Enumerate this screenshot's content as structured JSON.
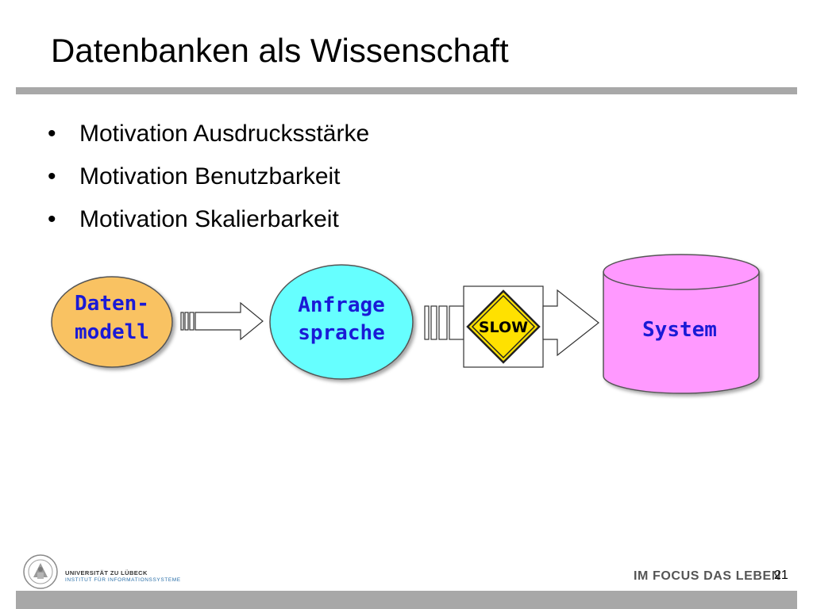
{
  "slide": {
    "title": "Datenbanken als Wissenschaft",
    "page_number": "21"
  },
  "bullets": [
    "Motivation Ausdrucksstärke",
    "Motivation Benutzbarkeit",
    "Motivation Skalierbarkeit"
  ],
  "bullet_glyph": "•",
  "diagram": {
    "nodes": {
      "datenmodell": {
        "line1": "Daten-",
        "line2": "modell",
        "fill": "#f9c262"
      },
      "anfragesprache": {
        "line1": "Anfrage",
        "line2": "sprache",
        "fill": "#66ffff"
      },
      "system": {
        "label": "System",
        "fill": "#ff99ff"
      }
    },
    "slow_sign": {
      "text": "SLOW",
      "fill": "#ffe100"
    }
  },
  "footer": {
    "university": "UNIVERSITÄT ZU LÜBECK",
    "institute": "INSTITUT FÜR INFORMATIONSSYSTEME",
    "tagline": "IM FOCUS DAS LEBEN"
  }
}
